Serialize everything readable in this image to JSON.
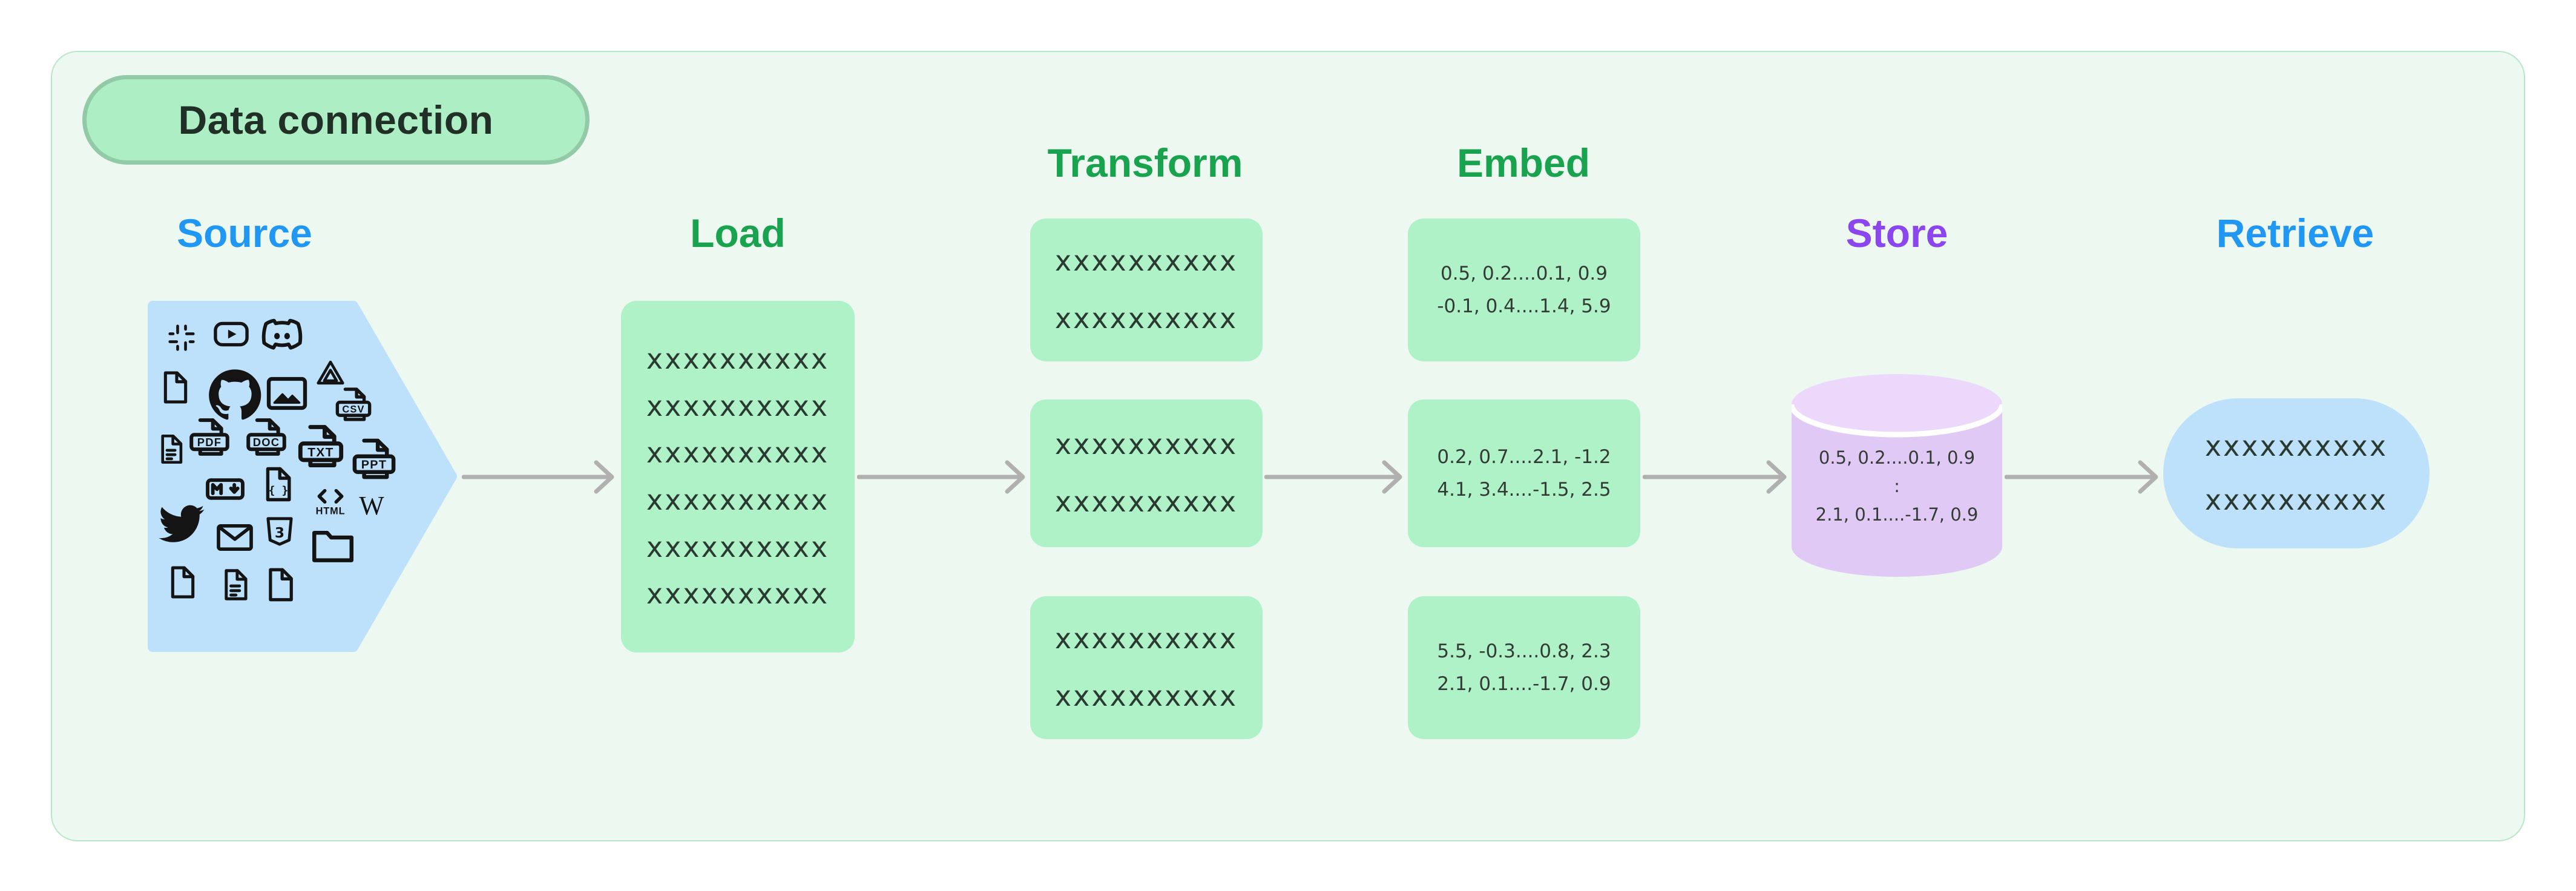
{
  "badge": {
    "label": "Data connection"
  },
  "columns": {
    "source": {
      "title": "Source",
      "icons": [
        "slack-icon",
        "youtube-icon",
        "discord-icon",
        "file-icon",
        "github-icon",
        "image-icon",
        "google-drive-icon",
        "csv-file-icon",
        "file-lines-icon",
        "pdf-file-icon",
        "doc-file-icon",
        "txt-file-icon",
        "ppt-file-icon",
        "markdown-icon",
        "code-file-icon",
        "html-code-icon",
        "wikipedia-icon",
        "twitter-icon",
        "mail-icon",
        "css3-icon",
        "folder-icon",
        "file-icon",
        "file-lines-icon",
        "file-icon"
      ]
    },
    "load": {
      "title": "Load",
      "lines": [
        "xxxxxxxxxx",
        "xxxxxxxxxx",
        "xxxxxxxxxx",
        "xxxxxxxxxx",
        "xxxxxxxxxx",
        "xxxxxxxxxx"
      ]
    },
    "transform": {
      "title": "Transform",
      "boxes": [
        [
          "xxxxxxxxxx",
          "xxxxxxxxxx"
        ],
        [
          "xxxxxxxxxx",
          "xxxxxxxxxx"
        ],
        [
          "xxxxxxxxxx",
          "xxxxxxxxxx"
        ]
      ]
    },
    "embed": {
      "title": "Embed",
      "boxes": [
        [
          "0.5, 0.2....0.1, 0.9",
          "-0.1, 0.4....1.4, 5.9"
        ],
        [
          "0.2, 0.7....2.1, -1.2",
          "4.1, 3.4....-1.5, 2.5"
        ],
        [
          "5.5, -0.3....0.8, 2.3",
          "2.1, 0.1....-1.7, 0.9"
        ]
      ]
    },
    "store": {
      "title": "Store",
      "lines": [
        "0.5, 0.2....0.1, 0.9",
        ":",
        "2.1, 0.1....-1.7, 0.9"
      ]
    },
    "retrieve": {
      "title": "Retrieve",
      "lines": [
        "xxxxxxxxxx",
        "xxxxxxxxxx"
      ]
    }
  },
  "colors": {
    "heading_blue": "#2097f3",
    "heading_green": "#19a34e",
    "heading_purple": "#8b46ee",
    "panel_bg": "#edf8f1",
    "panel_border": "#b7e7c8",
    "badge_fill": "#aeeec5",
    "badge_border": "#92c9a7",
    "box_green": "#aff2c7",
    "shape_blue": "#bde1fb",
    "cylinder_purple": "#e1c9f6",
    "cylinder_top": "#ecd8fb",
    "arrow_gray": "#b0b0b0",
    "icon_black": "#141414",
    "text_dark": "#2b3a31"
  }
}
